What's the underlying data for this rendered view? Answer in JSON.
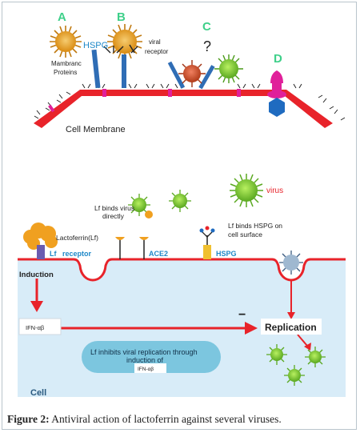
{
  "top_panel": {
    "label_a": "A",
    "label_b": "B",
    "label_c": "C",
    "label_d": "D",
    "hspg": "HSPG",
    "viral": "viral",
    "receptor": "receptor",
    "question": "?",
    "membrane_proteins_1": "Mambranc",
    "membrane_proteins_2": "Proteins",
    "cell_membrane": "Cell Membrane"
  },
  "bottom_panel": {
    "virus": "virus",
    "lf_binds_virus_1": "Lf binds virus",
    "lf_binds_virus_2": "directly",
    "lactoferrin": "Lactoferrin(Lf)",
    "lf_receptor": "Lf   receptor",
    "ace2": "ACE2",
    "hspg": "HSPG",
    "lf_binds_hspg_1": "Lf binds HSPG on",
    "lf_binds_hspg_2": "cell surface",
    "induction": "Induction",
    "ifn_1": "IFN-αβ",
    "minus": "−",
    "replication": "Replication",
    "inhibits_1": "Lf inhibits viral replication through",
    "inhibits_2": "induction of",
    "ifn_2": "IFN-αβ",
    "cell": "Cell"
  },
  "caption": {
    "bold": "Figure 2:",
    "text": " Antiviral action of lactoferrin against several viruses."
  },
  "colors": {
    "membrane": "#e8232a",
    "label_green": "#3fd08a",
    "label_magenta": "#e0209a",
    "receptor_blue": "#2f6db5",
    "virus_orange": "#f0a020",
    "virus_green": "#8ed630",
    "cell_fill": "#d8ecf8",
    "text_blue": "#1e88c8"
  }
}
